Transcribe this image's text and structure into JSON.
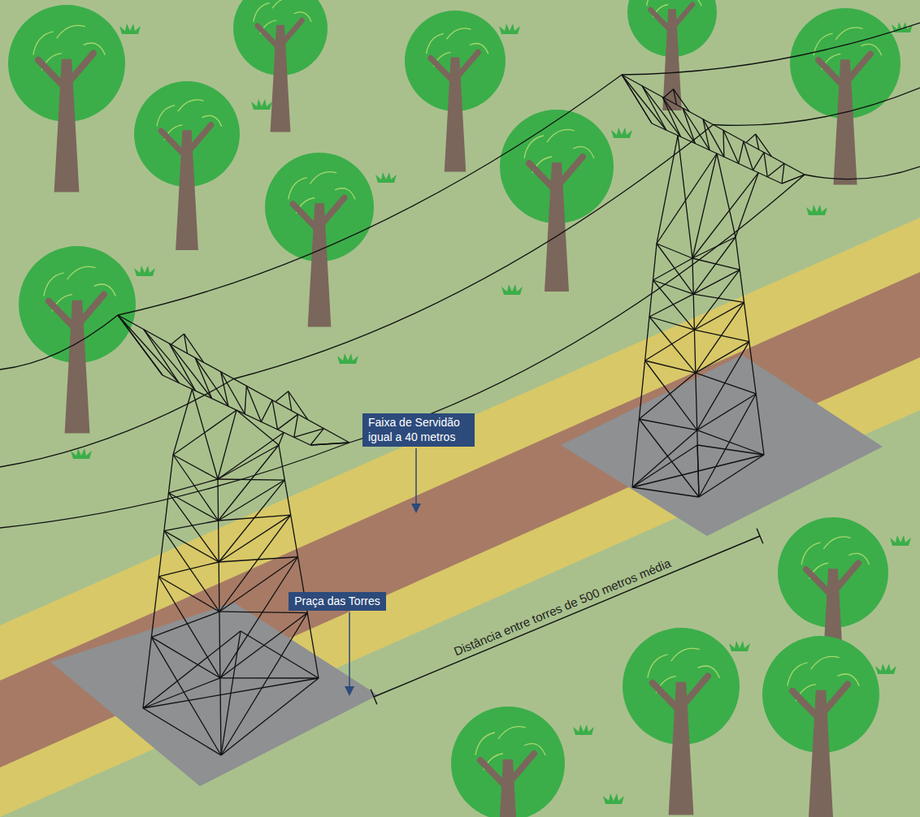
{
  "diagram": {
    "nodes": [
      {
        "text": [
          "Faixa de Servidão igual a 40 metros"
        ]
      },
      {
        "text": [
          "Praça das Torres"
        ]
      }
    ],
    "labels": [
      "Distância entre torres de 500 metros média"
    ]
  }
}
